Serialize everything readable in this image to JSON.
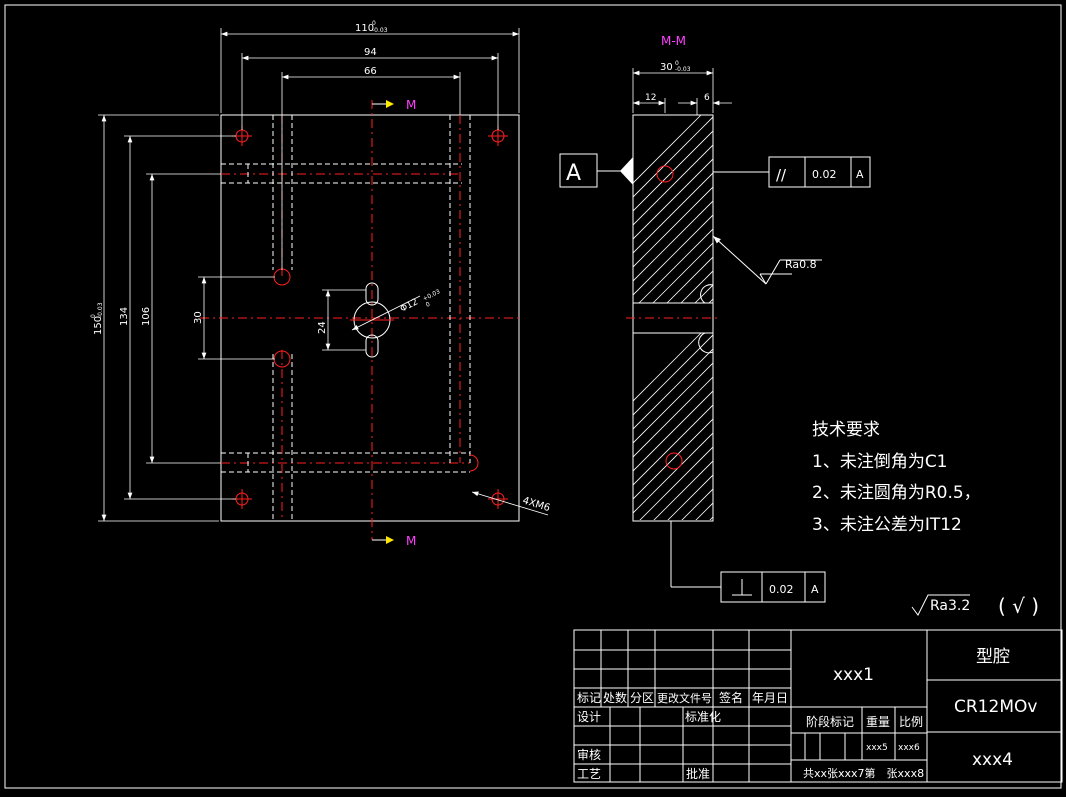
{
  "drawing": {
    "dims": {
      "width_total": "110",
      "width_tol_upper": "0",
      "width_tol_lower": "-0.03",
      "width_94": "94",
      "width_66": "66",
      "height_total": "150",
      "height_tol_upper": "0",
      "height_tol_lower": "-0.03",
      "height_134": "134",
      "height_106": "106",
      "height_30": "30",
      "height_24": "24",
      "hole_dia": "Φ12",
      "hole_dia_tol_upper": "+0.03",
      "hole_dia_tol_lower": "0",
      "thread": "4XM6",
      "section_thickness": "30",
      "section_tol_upper": "0",
      "section_tol_lower": "-0.03",
      "section_12": "12",
      "section_6": "6"
    },
    "section_marker": "M",
    "section_title": "M-M",
    "datum_label": "A",
    "parallel_tolerance": {
      "symbol": "//",
      "value": "0.02",
      "datum": "A"
    },
    "perpendicular_tolerance": {
      "symbol": "⊥",
      "value": "0.02",
      "datum": "A"
    },
    "surface_finish_local": "Ra0.8",
    "surface_finish_general": "Ra3.2",
    "surface_finish_general_suffix": "( √ )",
    "technical_requirements": {
      "title": "技术要求",
      "items": [
        "1、未注倒角为C1",
        "2、未注圆角为R0.5，",
        "3、未注公差为IT12"
      ]
    }
  },
  "title_block": {
    "header_cells": [
      "标记",
      "处数",
      "分区",
      "更改文件号",
      "签名",
      "年月日"
    ],
    "design": "设计",
    "standardize": "标准化",
    "review": "审核",
    "process": "工艺",
    "approve": "批准",
    "stage_mark": "阶段标记",
    "weight": "重量",
    "scale": "比例",
    "weight_value": "xxx5",
    "scale_value": "xxx6",
    "sheet_info": "共xx张xxx7第　张xxx8",
    "drawing_name": "xxx1",
    "part_name": "型腔",
    "material": "CR12MOv",
    "drawing_number": "xxx4"
  }
}
